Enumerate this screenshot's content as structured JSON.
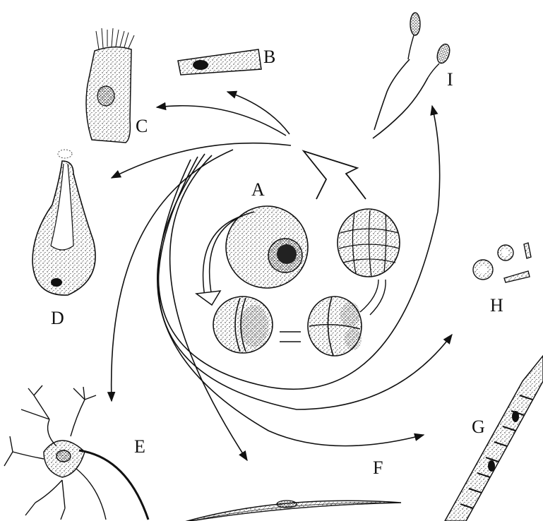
{
  "labels": {
    "A": "A",
    "B": "B",
    "C": "C",
    "D": "D",
    "E": "E",
    "F": "F",
    "G": "G",
    "H": "H",
    "I": "I"
  },
  "colors": {
    "ink": "#111111",
    "background": "#ffffff"
  }
}
